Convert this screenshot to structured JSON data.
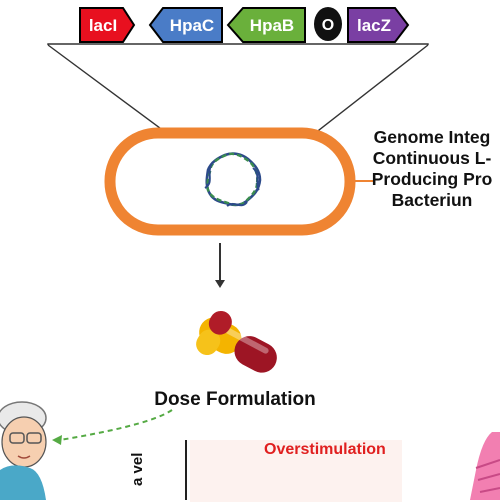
{
  "gene_cassette": {
    "genes": [
      {
        "label": "lacI",
        "color": "#e8101f"
      },
      {
        "label": "HpaC",
        "color": "#4a7cc7"
      },
      {
        "label": "HpaB",
        "color": "#6ab03b"
      },
      {
        "label": "O",
        "color": "#111111"
      },
      {
        "label": "lacZ",
        "color": "#7a3fa3"
      }
    ]
  },
  "callout": {
    "lines": [
      "Genome Integ",
      "Continuous L-",
      "Producing Pro",
      "Bacteriun"
    ]
  },
  "dose": {
    "label": "Dose Formulation"
  },
  "chart": {
    "zone_label": "Overstimulation",
    "y_axis_label_partial": "a    vel"
  },
  "colors": {
    "bacterium_outline": "#ef8432",
    "dna_a": "#2c4a8a",
    "dna_b": "#3a8c4f",
    "capsule_yellow": "#f4b400",
    "capsule_red": "#9d1524",
    "arrow_green": "#55aa44",
    "zone_red": "#e01f1f"
  }
}
